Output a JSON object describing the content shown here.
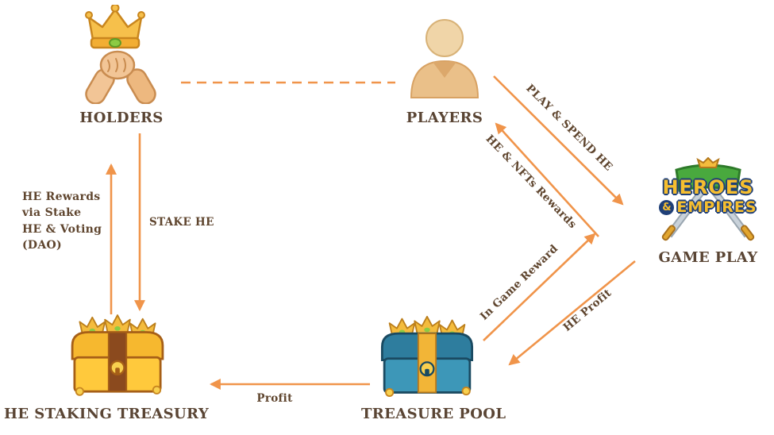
{
  "colors": {
    "arrow": "#F0944A",
    "node_text": "#5A4534",
    "edge_text": "#5F452E",
    "logo_gold": "#F6BE2F",
    "logo_navy": "#1F3F77",
    "chest_gold": "#FFC93C",
    "chest_blue": "#3D97B8"
  },
  "nodes": {
    "holders": {
      "label": "HOLDERS"
    },
    "players": {
      "label": "PLAYERS"
    },
    "game_play": {
      "label": "GAME PLAY",
      "logo_heroes": "HEROES",
      "logo_amp": "&",
      "logo_empires": "EMPIRES"
    },
    "staking_treasury": {
      "label": "HE STAKING TREASURY"
    },
    "treasure_pool": {
      "label": "TREASURE POOL"
    }
  },
  "edges": {
    "play_spend": {
      "label": "PLAY & SPEND HE"
    },
    "he_nft_rewards": {
      "label": "HE & NFTs Rewards"
    },
    "in_game_reward": {
      "label": "In Game Reward"
    },
    "he_profit": {
      "label": "HE Profit"
    },
    "profit": {
      "label": "Profit"
    },
    "stake_he": {
      "label": "STAKE HE"
    },
    "he_rewards_via_stake": {
      "label": "HE Rewards\nvia Stake\nHE & Voting\n(DAO)"
    }
  }
}
